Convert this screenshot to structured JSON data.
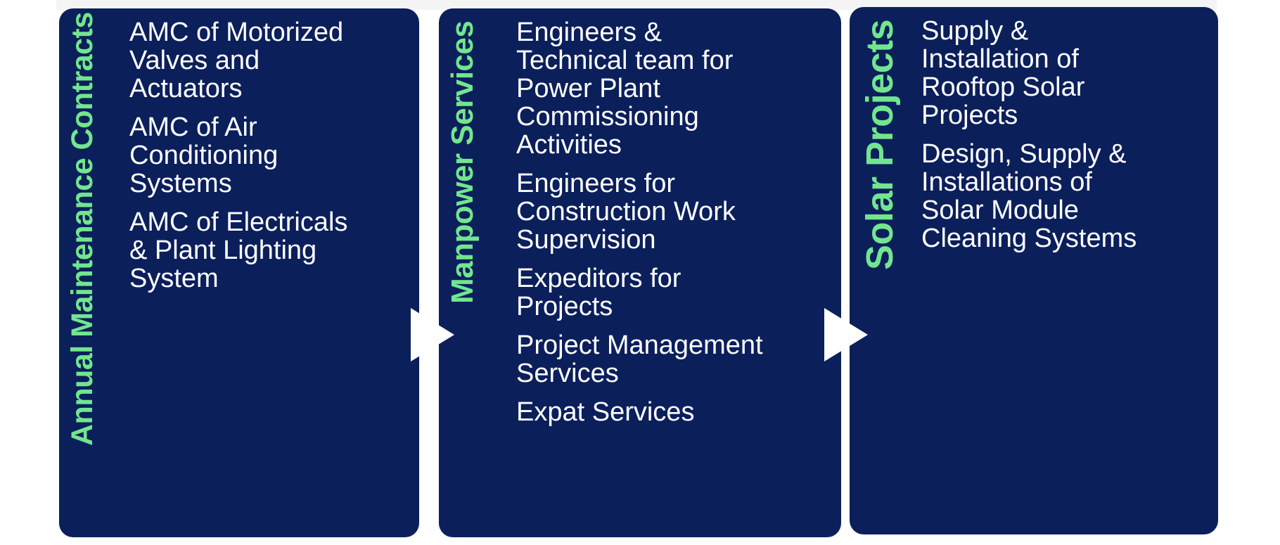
{
  "colors": {
    "panel_background": "#0b1f5b",
    "title_green": "#72e68e",
    "item_text": "#ffffff",
    "arrow": "#ffffff"
  },
  "panels": [
    {
      "title": "Annual Maintenance Contracts",
      "items": [
        {
          "lines": [
            "AMC of Motorized",
            "Valves and",
            "Actuators"
          ]
        },
        {
          "lines": [
            "AMC of Air",
            "Conditioning",
            "Systems"
          ]
        },
        {
          "lines": [
            "AMC of Electricals",
            "& Plant Lighting",
            "System"
          ]
        }
      ]
    },
    {
      "title": "Manpower Services",
      "items": [
        {
          "lines": [
            "Engineers &",
            "Technical team for",
            "Power Plant",
            "Commissioning",
            "Activities"
          ]
        },
        {
          "lines": [
            "Engineers for",
            "Construction Work",
            "Supervision"
          ]
        },
        {
          "lines": [
            "Expeditors for",
            "Projects"
          ]
        },
        {
          "lines": [
            "Project Management",
            "Services"
          ]
        },
        {
          "lines": [
            "Expat Services"
          ]
        }
      ]
    },
    {
      "title": "Solar Projects",
      "items": [
        {
          "lines": [
            "Supply &",
            "Installation of",
            "Rooftop Solar",
            "Projects"
          ]
        },
        {
          "lines": [
            "Design, Supply &",
            "Installations of",
            "Solar Module",
            "Cleaning Systems"
          ]
        }
      ]
    }
  ],
  "arrows": [
    {
      "from": "Annual Maintenance Contracts",
      "to": "Manpower Services",
      "icon": "right-arrow-icon"
    },
    {
      "from": "Manpower Services",
      "to": "Solar Projects",
      "icon": "right-arrow-icon"
    }
  ]
}
